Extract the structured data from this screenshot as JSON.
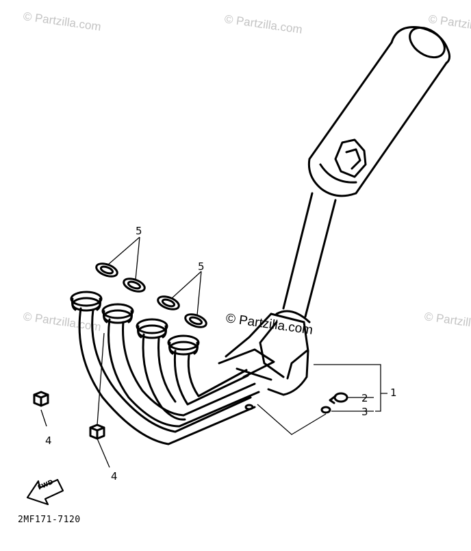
{
  "watermark": {
    "text": "© Partzilla.com"
  },
  "callouts": {
    "c1": "1",
    "c2": "2",
    "c3": "3",
    "c4a": "4",
    "c4b": "4",
    "c5a": "5",
    "c5b": "5"
  },
  "find_arrow": {
    "label": "FWD"
  },
  "part_number": "2MF171-7120",
  "colors": {
    "ink": "#000000",
    "watermark": "#c4c4c4",
    "background": "#ffffff"
  }
}
